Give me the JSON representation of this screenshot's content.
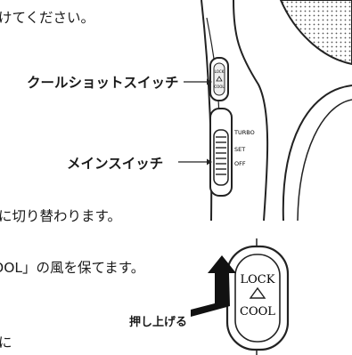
{
  "manual": {
    "body_lines": [
      "けてください。",
      "に切り替わります。",
      "OOL」の風を保てます。",
      "に"
    ]
  },
  "dryer_diagram": {
    "cool_shot_switch_label": "クールショットスイッチ",
    "main_switch_label": "メインスイッチ",
    "main_switch_positions": [
      "TURBO",
      "SET",
      "OFF"
    ],
    "small_switch_marks": [
      "LOCK",
      "COOL"
    ]
  },
  "lock_detail": {
    "push_label": "押し上げる",
    "switch_top_label": "LOCK",
    "switch_bottom_label": "COOL"
  }
}
